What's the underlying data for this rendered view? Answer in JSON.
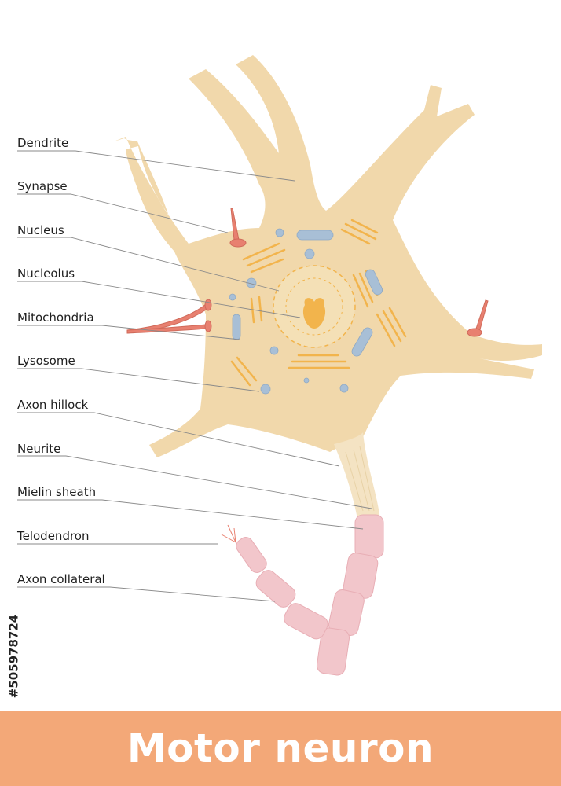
{
  "title": "Motor neuron",
  "stock_id": "#505978724",
  "labels": {
    "dendrite": "Dendrite",
    "synapse": "Synapse",
    "nucleus": "Nucleus",
    "nucleolus": "Nucleolus",
    "mitochondria": "Mitochondria",
    "lysosome": "Lysosome",
    "axon_hillock": "Axon hillock",
    "neurite": "Neurite",
    "mielin_sheath": "Mielin sheath",
    "telodendron": "Telodendron",
    "axon_collateral": "Axon collateral"
  },
  "colors": {
    "cell_body": "#f1d8ab",
    "organelle": "#f2b44c",
    "lysosome": "#a8bfd6",
    "synapse": "#e88070",
    "myelin": "#f2c6cb",
    "banner": "#f3a878"
  }
}
